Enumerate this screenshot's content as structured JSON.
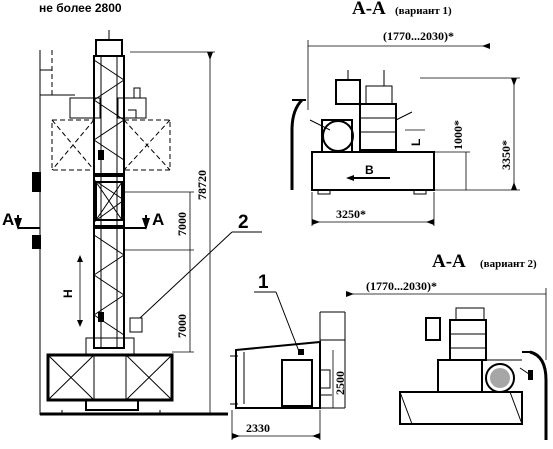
{
  "labels": {
    "top_note": "не более 2800",
    "section_v1_title": "А-А",
    "section_v1_variant": "(вариант 1)",
    "section_v2_title": "А-А",
    "section_v2_variant": "(вариант 2)",
    "range_v1": "(1770...2030)*",
    "range_v2": "(1770...2030)*",
    "dim_3250": "3250*",
    "dim_1000": "1000*",
    "dim_3350": "3350*",
    "dim_78720": "78720",
    "dim_7000_upper": "7000",
    "dim_7000_lower": "7000",
    "dim_2500": "2500",
    "dim_2330": "2330",
    "letter_b": "В",
    "letter_h": "Н",
    "letter_l": "L",
    "section_a_left": "А",
    "section_a_right": "А",
    "callout_1": "1",
    "callout_2": "2"
  }
}
